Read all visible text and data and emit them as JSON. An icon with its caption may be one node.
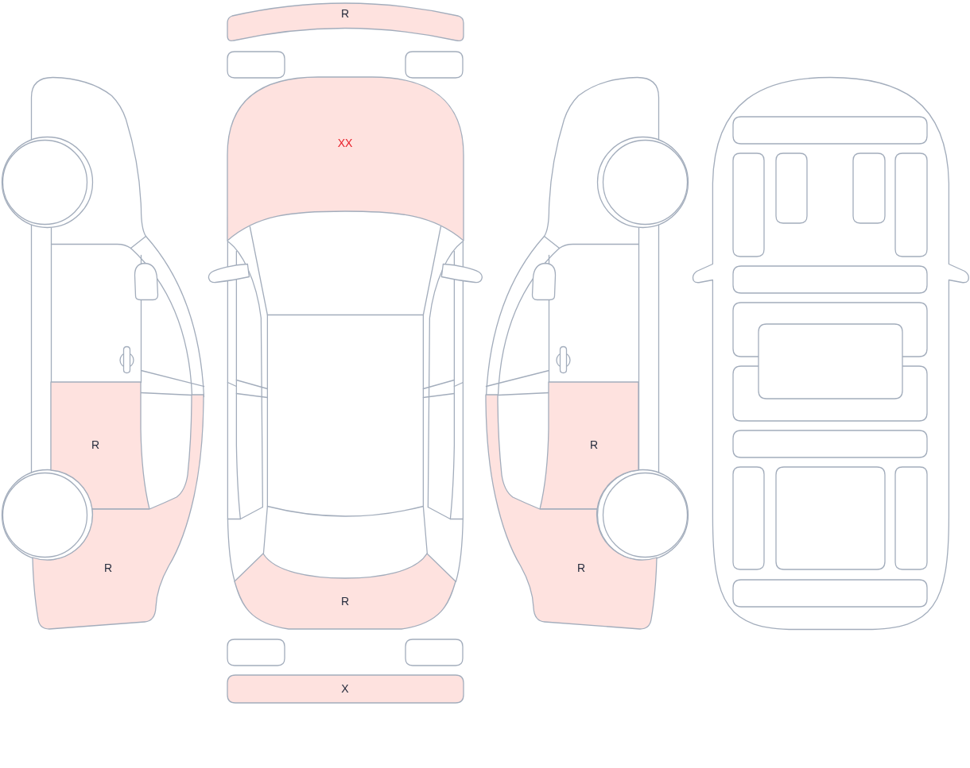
{
  "diagram": {
    "nodes": [
      {
        "text": [
          "R"
        ]
      },
      {
        "text": [
          "R"
        ]
      },
      {
        "text": [
          "R"
        ]
      },
      {
        "text": [],
        "shape": "box"
      },
      {
        "text": [],
        "shape": "box"
      },
      {
        "text": [
          "XX"
        ]
      },
      {
        "text": [
          "R"
        ]
      },
      {
        "text": [],
        "shape": "box"
      },
      {
        "text": [],
        "shape": "box"
      },
      {
        "text": [
          "X"
        ]
      },
      {
        "text": [
          "R"
        ]
      },
      {
        "text": [
          "R"
        ]
      },
      {
        "text": [],
        "shape": "box"
      },
      {
        "text": [],
        "shape": "box"
      },
      {
        "text": [],
        "shape": "box"
      },
      {
        "text": [],
        "shape": "box"
      },
      {
        "text": [],
        "shape": "box"
      },
      {
        "text": [],
        "shape": "box"
      },
      {
        "text": [],
        "shape": "box"
      },
      {
        "text": [],
        "shape": "box"
      },
      {
        "text": [],
        "shape": "box"
      },
      {
        "text": [],
        "shape": "box"
      },
      {
        "text": [],
        "shape": "box"
      },
      {
        "text": [],
        "shape": "box"
      },
      {
        "text": [],
        "shape": "box"
      },
      {
        "text": [],
        "shape": "box"
      }
    ]
  }
}
